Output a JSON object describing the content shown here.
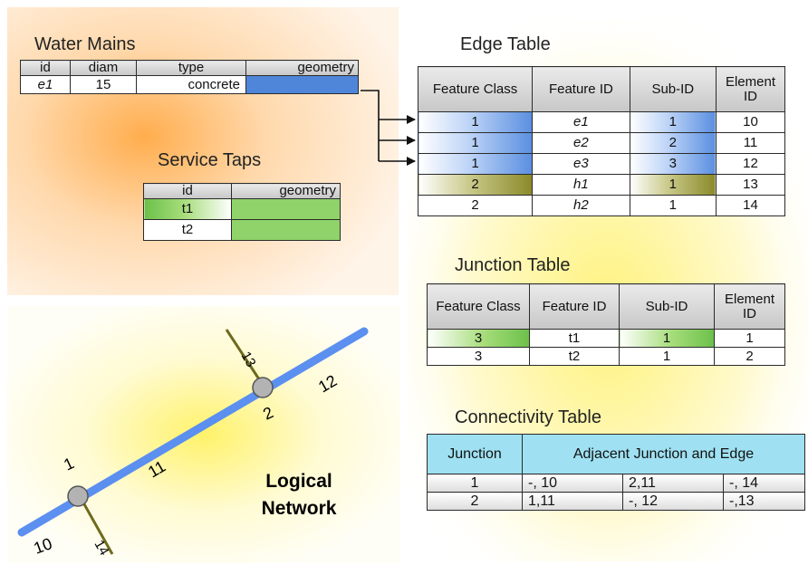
{
  "water_mains": {
    "title": "Water Mains",
    "headers": [
      "id",
      "diam",
      "type",
      "geometry"
    ],
    "row": [
      "e1",
      "15",
      "concrete",
      ""
    ]
  },
  "service_taps": {
    "title": "Service Taps",
    "headers": [
      "id",
      "geometry"
    ],
    "rows": [
      [
        "t1",
        ""
      ],
      [
        "t2",
        ""
      ]
    ]
  },
  "edge_table": {
    "title": "Edge Table",
    "headers": [
      "Feature Class",
      "Feature ID",
      "Sub-ID",
      "Element ID"
    ],
    "rows": [
      [
        "1",
        "e1",
        "1",
        "10"
      ],
      [
        "1",
        "e2",
        "2",
        "11"
      ],
      [
        "1",
        "e3",
        "3",
        "12"
      ],
      [
        "2",
        "h1",
        "1",
        "13"
      ],
      [
        "2",
        "h2",
        "1",
        "14"
      ]
    ]
  },
  "junction_table": {
    "title": "Junction Table",
    "headers": [
      "Feature Class",
      "Feature ID",
      "Sub-ID",
      "Element ID"
    ],
    "rows": [
      [
        "3",
        "t1",
        "1",
        "1"
      ],
      [
        "3",
        "t2",
        "1",
        "2"
      ]
    ]
  },
  "connectivity_table": {
    "title": "Connectivity Table",
    "headers": [
      "Junction",
      "Adjacent Junction and Edge"
    ],
    "rows": [
      [
        "1",
        "-, 10",
        "2,11",
        "-, 14"
      ],
      [
        "2",
        "1,11",
        "-, 12",
        "-,13"
      ]
    ]
  },
  "network": {
    "caption_line1": "Logical",
    "caption_line2": "Network",
    "edge_labels": [
      "10",
      "11",
      "12",
      "13",
      "14"
    ],
    "junction_labels": [
      "1",
      "2"
    ]
  },
  "colors": {
    "edge_blue": "#5b8ff0",
    "junction_gray": "#b3b3b3",
    "tap_olive": "#6f6a1c",
    "geometry_green": "#8fd36a",
    "header_cyan": "#9fe1f2"
  }
}
